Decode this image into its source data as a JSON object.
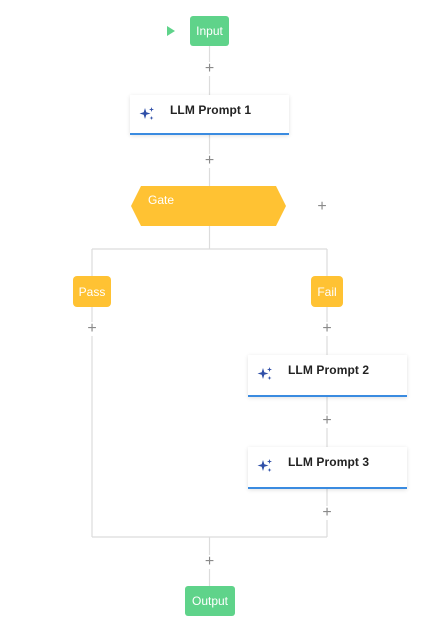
{
  "nodes": {
    "input": {
      "label": "Input"
    },
    "llm1": {
      "label": "LLM Prompt 1",
      "icon": "sparkle-icon"
    },
    "gate": {
      "label": "Gate"
    },
    "pass": {
      "label": "Pass"
    },
    "fail": {
      "label": "Fail"
    },
    "llm2": {
      "label": "LLM Prompt 2",
      "icon": "sparkle-icon"
    },
    "llm3": {
      "label": "LLM Prompt 3",
      "icon": "sparkle-icon"
    },
    "output": {
      "label": "Output"
    }
  },
  "controls": {
    "add_symbol": "+"
  },
  "colors": {
    "io_node": "#5fd38a",
    "gate_node": "#ffc233",
    "card_accent": "#3a8be0",
    "sparkle": "#2f4fa8",
    "connector": "#dcdcdc",
    "add_button": "#8a8a8a"
  }
}
